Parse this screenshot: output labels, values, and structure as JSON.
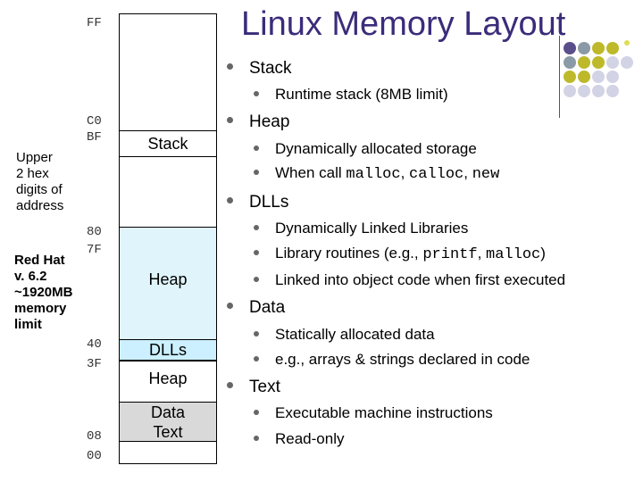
{
  "title": "Linux Memory Layout",
  "addresses": {
    "ff": "FF",
    "c0": "C0",
    "bf": "BF",
    "a80": "80",
    "a7f": "7F",
    "a40": "40",
    "a3f": "3F",
    "a08": "08",
    "a00": "00"
  },
  "side_labels": {
    "upper_hex": [
      "Upper",
      "2 hex",
      "digits of",
      "address"
    ],
    "red_hat": [
      "Red Hat",
      "v. 6.2",
      "~1920MB",
      "memory",
      "limit"
    ]
  },
  "segments": {
    "stack": "Stack",
    "heap_top": "Heap",
    "dlls": "DLLs",
    "heap_bottom": "Heap",
    "data": "Data",
    "text": "Text"
  },
  "bullets": {
    "stack": {
      "label": "Stack",
      "subs": [
        "Runtime stack (8MB limit)"
      ]
    },
    "heap": {
      "label": "Heap",
      "sub1": "Dynamically allocated storage",
      "sub2_pre": "When call ",
      "sub2_code1": "malloc",
      "sub2_sep1": ", ",
      "sub2_code2": "calloc",
      "sub2_sep2": ", ",
      "sub2_code3": "new"
    },
    "dlls": {
      "label": "DLLs",
      "sub1": "Dynamically Linked Libraries",
      "sub2_pre": "Library routines (e.g., ",
      "sub2_code1": "printf",
      "sub2_sep": ", ",
      "sub2_code2": "malloc",
      "sub2_post": ")",
      "sub3": "Linked into object code when first executed"
    },
    "data": {
      "label": "Data",
      "sub1": "Statically allocated data",
      "sub2": "e.g., arrays & strings declared in code"
    },
    "text": {
      "label": "Text",
      "sub1": "Executable machine instructions",
      "sub2": "Read-only"
    }
  },
  "colors": {
    "title": "#3b2c7a",
    "heap_fill": "#dff4fb",
    "dlls_fill": "#ccf0ff",
    "data_fill": "#d9d9d9",
    "deco_olive": "#bdb92a",
    "deco_gray": "#8a9aa6",
    "deco_lavender": "#d3d3e6",
    "deco_purple": "#5a4f8a"
  }
}
